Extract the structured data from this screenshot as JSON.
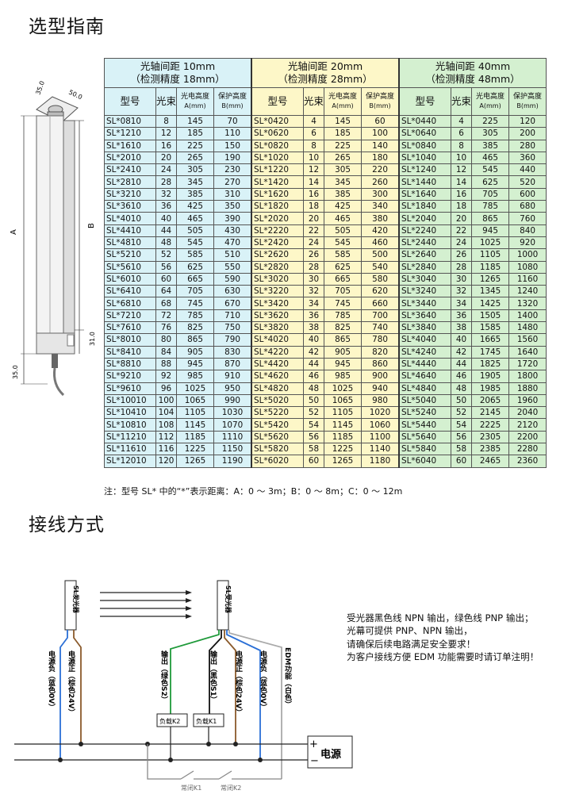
{
  "sections": {
    "selection_title": "选型指南",
    "wiring_title": "接线方式"
  },
  "dimension_labels": {
    "d1": "35.0",
    "d2": "50.0",
    "a": "A",
    "b": "B",
    "d3": "31.0",
    "d4": "35.0"
  },
  "table": {
    "groups": [
      {
        "title": "光轴间距 10mm",
        "subtitle": "（检测精度 18mm）"
      },
      {
        "title": "光轴间距 20mm",
        "subtitle": "（检测精度 28mm）"
      },
      {
        "title": "光轴间距 40mm",
        "subtitle": "（检测精度 48mm）"
      }
    ],
    "col_model": "型号",
    "col_beams": "光束",
    "col_height_a": "光电高度",
    "col_height_a_unit": "A(mm)",
    "col_height_b": "保护高度",
    "col_height_b_unit": "B(mm)",
    "rows": [
      [
        "SL*0810",
        "8",
        "145",
        "70",
        "SL*0420",
        "4",
        "145",
        "60",
        "SL*0440",
        "4",
        "225",
        "120"
      ],
      [
        "SL*1210",
        "12",
        "185",
        "110",
        "SL*0620",
        "6",
        "185",
        "100",
        "SL*0640",
        "6",
        "305",
        "200"
      ],
      [
        "SL*1610",
        "16",
        "225",
        "150",
        "SL*0820",
        "8",
        "225",
        "140",
        "SL*0840",
        "8",
        "385",
        "280"
      ],
      [
        "SL*2010",
        "20",
        "265",
        "190",
        "SL*1020",
        "10",
        "265",
        "180",
        "SL*1040",
        "10",
        "465",
        "360"
      ],
      [
        "SL*2410",
        "24",
        "305",
        "230",
        "SL*1220",
        "12",
        "305",
        "220",
        "SL*1240",
        "12",
        "545",
        "440"
      ],
      [
        "SL*2810",
        "28",
        "345",
        "270",
        "SL*1420",
        "14",
        "345",
        "260",
        "SL*1440",
        "14",
        "625",
        "520"
      ],
      [
        "SL*3210",
        "32",
        "385",
        "310",
        "SL*1620",
        "16",
        "385",
        "300",
        "SL*1640",
        "16",
        "705",
        "600"
      ],
      [
        "SL*3610",
        "36",
        "425",
        "350",
        "SL*1820",
        "18",
        "425",
        "340",
        "SL*1840",
        "18",
        "785",
        "680"
      ],
      [
        "SL*4010",
        "40",
        "465",
        "390",
        "SL*2020",
        "20",
        "465",
        "380",
        "SL*2040",
        "20",
        "865",
        "760"
      ],
      [
        "SL*4410",
        "44",
        "505",
        "430",
        "SL*2220",
        "22",
        "505",
        "420",
        "SL*2240",
        "22",
        "945",
        "840"
      ],
      [
        "SL*4810",
        "48",
        "545",
        "470",
        "SL*2420",
        "24",
        "545",
        "460",
        "SL*2440",
        "24",
        "1025",
        "920"
      ],
      [
        "SL*5210",
        "52",
        "585",
        "510",
        "SL*2620",
        "26",
        "585",
        "500",
        "SL*2640",
        "26",
        "1105",
        "1000"
      ],
      [
        "SL*5610",
        "56",
        "625",
        "550",
        "SL*2820",
        "28",
        "625",
        "540",
        "SL*2840",
        "28",
        "1185",
        "1080"
      ],
      [
        "SL*6010",
        "60",
        "665",
        "590",
        "SL*3020",
        "30",
        "665",
        "580",
        "SL*3040",
        "30",
        "1265",
        "1160"
      ],
      [
        "SL*6410",
        "64",
        "705",
        "630",
        "SL*3220",
        "32",
        "705",
        "620",
        "SL*3240",
        "32",
        "1345",
        "1240"
      ],
      [
        "SL*6810",
        "68",
        "745",
        "670",
        "SL*3420",
        "34",
        "745",
        "660",
        "SL*3440",
        "34",
        "1425",
        "1320"
      ],
      [
        "SL*7210",
        "72",
        "785",
        "710",
        "SL*3620",
        "36",
        "785",
        "700",
        "SL*3640",
        "36",
        "1505",
        "1400"
      ],
      [
        "SL*7610",
        "76",
        "825",
        "750",
        "SL*3820",
        "38",
        "825",
        "740",
        "SL*3840",
        "38",
        "1585",
        "1480"
      ],
      [
        "SL*8010",
        "80",
        "865",
        "790",
        "SL*4020",
        "40",
        "865",
        "780",
        "SL*4040",
        "40",
        "1665",
        "1560"
      ],
      [
        "SL*8410",
        "84",
        "905",
        "830",
        "SL*4220",
        "42",
        "905",
        "820",
        "SL*4240",
        "42",
        "1745",
        "1640"
      ],
      [
        "SL*8810",
        "88",
        "945",
        "870",
        "SL*4420",
        "44",
        "945",
        "860",
        "SL*4440",
        "44",
        "1825",
        "1720"
      ],
      [
        "SL*9210",
        "92",
        "985",
        "910",
        "SL*4620",
        "46",
        "985",
        "900",
        "SL*4640",
        "46",
        "1905",
        "1800"
      ],
      [
        "SL*9610",
        "96",
        "1025",
        "950",
        "SL*4820",
        "48",
        "1025",
        "940",
        "SL*4840",
        "48",
        "1985",
        "1880"
      ],
      [
        "SL*10010",
        "100",
        "1065",
        "990",
        "SL*5020",
        "50",
        "1065",
        "980",
        "SL*5040",
        "50",
        "2065",
        "1960"
      ],
      [
        "SL*10410",
        "104",
        "1105",
        "1030",
        "SL*5220",
        "52",
        "1105",
        "1020",
        "SL*5240",
        "52",
        "2145",
        "2040"
      ],
      [
        "SL*10810",
        "108",
        "1145",
        "1070",
        "SL*5420",
        "54",
        "1145",
        "1060",
        "SL*5440",
        "54",
        "2225",
        "2120"
      ],
      [
        "SL*11210",
        "112",
        "1185",
        "1110",
        "SL*5620",
        "56",
        "1185",
        "1100",
        "SL*5640",
        "56",
        "2305",
        "2200"
      ],
      [
        "SL*11610",
        "116",
        "1225",
        "1150",
        "SL*5820",
        "58",
        "1225",
        "1140",
        "SL*5840",
        "58",
        "2385",
        "2280"
      ],
      [
        "SL*12010",
        "120",
        "1265",
        "1190",
        "SL*6020",
        "60",
        "1265",
        "1180",
        "SL*6040",
        "60",
        "2465",
        "2360"
      ]
    ],
    "note": "注：型号 SL* 中的“*”表示距离：A：0 ～ 3m；B：0 ～ 8m；C：0 ～ 12m"
  },
  "wiring": {
    "emitter_label": "SL发光器",
    "receiver_label": "SL受光器",
    "wires": {
      "e_neg": "电源负（蓝色0V）",
      "e_pos": "电源正（棕色24V）",
      "out_green": "输出（绿色S2）",
      "out_black": "输出（黑色S1）",
      "r_pos": "电源正（棕色24V）",
      "r_neg": "电源负（蓝色0V）",
      "edm": "EDM功能（白色）"
    },
    "load_k2": "负载K2",
    "load_k1": "负载K1",
    "nc_k1": "常闭K1",
    "nc_k2": "常闭K2",
    "plus": "+",
    "minus": "−",
    "power": "电源",
    "notes": [
      "受光器黑色线 NPN 输出，绿色线 PNP 输出；",
      "光幕可提供 PNP、NPN 输出，",
      "请确保后续电路满足安全要求！",
      "为客户接线方便 EDM 功能需要时请订单注明！"
    ]
  },
  "colors": {
    "group1_bg": "#d9f2f7",
    "group2_bg": "#fdf7c8",
    "group3_bg": "#d4f0d0",
    "wire_blue": "#2a6fd6",
    "wire_brown": "#8a5a2b",
    "wire_green": "#1f9a3a",
    "wire_black": "#111111",
    "wire_white": "#aaaaaa"
  }
}
